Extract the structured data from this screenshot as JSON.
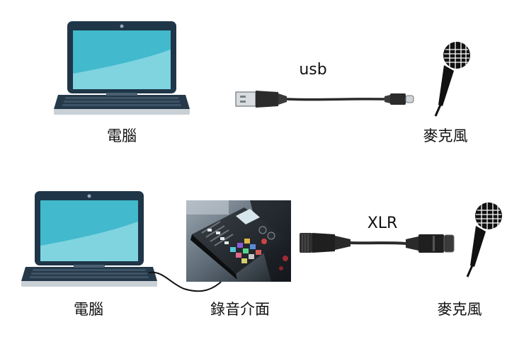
{
  "top_row": {
    "computer_label": "電腦",
    "cable_label": "usb",
    "microphone_label": "麥克風"
  },
  "bottom_row": {
    "computer_label": "電腦",
    "interface_label": "錄音介面",
    "cable_label": "XLR",
    "microphone_label": "麥克風"
  }
}
